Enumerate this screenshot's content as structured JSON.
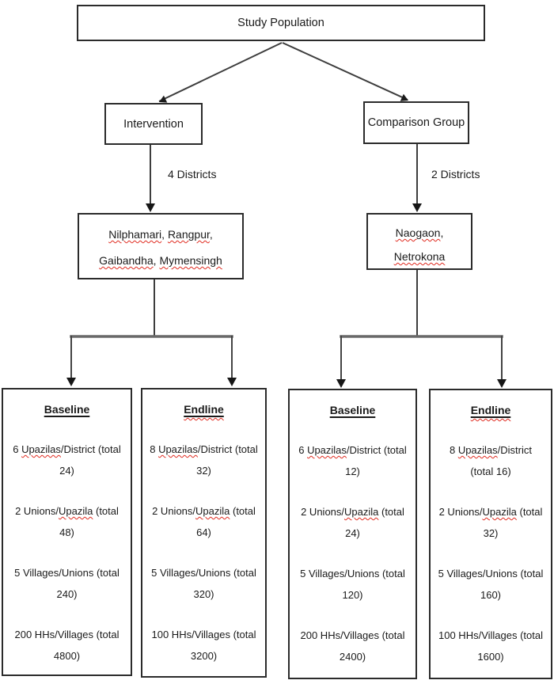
{
  "root_label": "Study Population",
  "branches": {
    "intervention": {
      "label": "Intervention",
      "edge_label": "4 Districts",
      "districts": {
        "l1w1": "Nilphamari",
        "l1s": ", ",
        "l1w2": "Rangpur",
        "l1c": ",",
        "l2w1": "Gaibandha",
        "l2s": ", ",
        "l2w2": "Mymensingh"
      }
    },
    "comparison": {
      "label": "Comparison Group",
      "edge_label": "2 Districts",
      "districts": {
        "l1w1": "Naogaon",
        "l1c": ",",
        "l2w1": "Netrokona"
      }
    }
  },
  "cells": [
    {
      "header": "Baseline",
      "items": [
        {
          "l1pre": "6 ",
          "l1sq": "Upazilas",
          "l1post": "/District (total",
          "l2": "24)"
        },
        {
          "l1pre": "2 Unions/",
          "l1sq": "Upazila",
          "l1post": " (total",
          "l2": "48)"
        },
        {
          "l1pre": "5 Villages/Unions (total",
          "l1sq": "",
          "l1post": "",
          "l2": "240)"
        },
        {
          "l1pre": "200 HHs/Villages (total",
          "l1sq": "",
          "l1post": "",
          "l2": "4800)"
        }
      ]
    },
    {
      "header": "Endline",
      "items": [
        {
          "l1pre": "8 ",
          "l1sq": "Upazilas",
          "l1post": "/District (total",
          "l2": "32)"
        },
        {
          "l1pre": "2 Unions/",
          "l1sq": "Upazila",
          "l1post": " (total",
          "l2": "64)"
        },
        {
          "l1pre": "5 Villages/Unions (total",
          "l1sq": "",
          "l1post": "",
          "l2": "320)"
        },
        {
          "l1pre": "100 HHs/Villages (total",
          "l1sq": "",
          "l1post": "",
          "l2": "3200)"
        }
      ]
    },
    {
      "header": "Baseline",
      "items": [
        {
          "l1pre": "6 ",
          "l1sq": "Upazilas",
          "l1post": "/District (total",
          "l2": "12)"
        },
        {
          "l1pre": "2 Unions/",
          "l1sq": "Upazila",
          "l1post": " (total",
          "l2": "24)"
        },
        {
          "l1pre": "5 Villages/Unions (total",
          "l1sq": "",
          "l1post": "",
          "l2": "120)"
        },
        {
          "l1pre": "200 HHs/Villages (total",
          "l1sq": "",
          "l1post": "",
          "l2": "2400)"
        }
      ]
    },
    {
      "header": "Endline",
      "items": [
        {
          "l1pre": "8 ",
          "l1sq": "Upazilas",
          "l1post": "/District",
          "l2": "(total 16)"
        },
        {
          "l1pre": "2 Unions/",
          "l1sq": "Upazila",
          "l1post": " (total",
          "l2": "32)"
        },
        {
          "l1pre": "5 Villages/Unions (total",
          "l1sq": "",
          "l1post": "",
          "l2": "160)"
        },
        {
          "l1pre": "100 HHs/Villages (total",
          "l1sq": "",
          "l1post": "",
          "l2": "1600)"
        }
      ]
    }
  ],
  "colors": {
    "border": "#2b2b2b",
    "line": "#3d3d3d",
    "connector": "#696969",
    "squiggle": "#e02b20",
    "text": "#1a1a1a",
    "background": "#ffffff"
  }
}
